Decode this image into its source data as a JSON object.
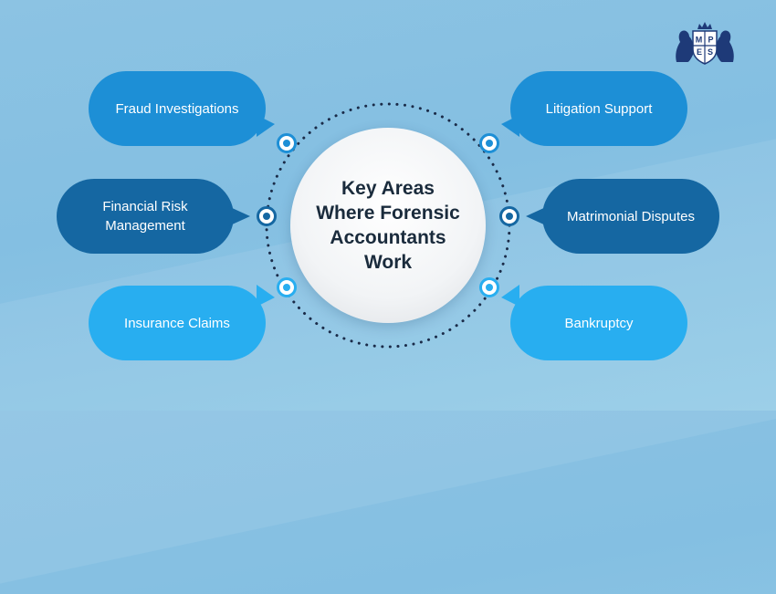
{
  "center": {
    "lines": [
      "Key Areas",
      "Where Forensic",
      "Accountants",
      "Work"
    ]
  },
  "areas": [
    {
      "label": "Fraud Investigations",
      "side": "left",
      "color": "#1d8fd6"
    },
    {
      "label": "Financial Risk Management",
      "side": "left",
      "color": "#1567a2"
    },
    {
      "label": "Insurance Claims",
      "side": "left",
      "color": "#28aef0"
    },
    {
      "label": "Litigation Support",
      "side": "right",
      "color": "#1d8fd6"
    },
    {
      "label": "Matrimonial Disputes",
      "side": "right",
      "color": "#1567a2"
    },
    {
      "label": "Bankruptcy",
      "side": "right",
      "color": "#28aef0"
    }
  ],
  "logo": {
    "letters": [
      "M",
      "P",
      "E",
      "S"
    ],
    "color": "#1e3a78"
  }
}
